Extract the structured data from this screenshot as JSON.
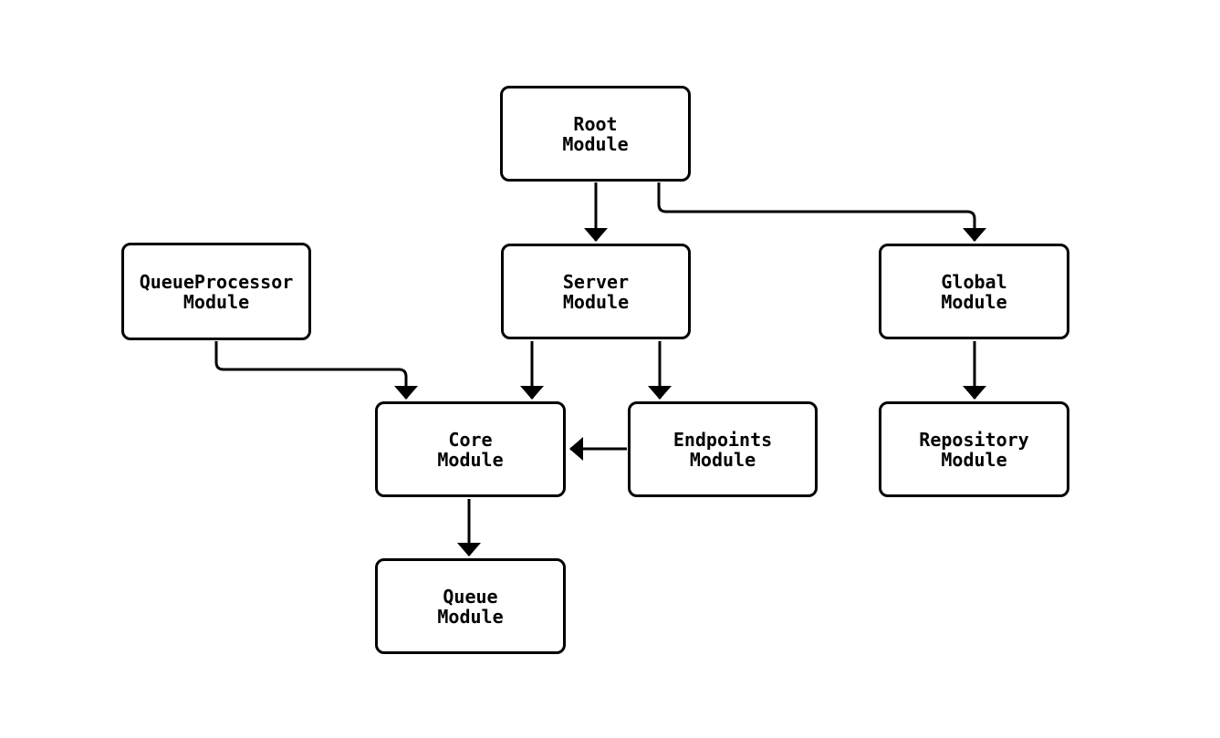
{
  "diagram": {
    "background_color": "#ffffff",
    "stroke_color": "#000000",
    "node_fill_color": "#ffffff",
    "text_color": "#000000",
    "nodes": [
      {
        "id": "root",
        "label": "Root\nModule"
      },
      {
        "id": "queueprocessor",
        "label": "QueueProcessor\nModule"
      },
      {
        "id": "server",
        "label": "Server\nModule"
      },
      {
        "id": "global",
        "label": "Global\nModule"
      },
      {
        "id": "core",
        "label": "Core\nModule"
      },
      {
        "id": "endpoints",
        "label": "Endpoints\nModule"
      },
      {
        "id": "repository",
        "label": "Repository\nModule"
      },
      {
        "id": "queue",
        "label": "Queue\nModule"
      }
    ],
    "edges": [
      {
        "from": "root",
        "to": "server"
      },
      {
        "from": "root",
        "to": "global"
      },
      {
        "from": "queueprocessor",
        "to": "core"
      },
      {
        "from": "server",
        "to": "core"
      },
      {
        "from": "server",
        "to": "endpoints"
      },
      {
        "from": "endpoints",
        "to": "core"
      },
      {
        "from": "global",
        "to": "repository"
      },
      {
        "from": "core",
        "to": "queue"
      }
    ]
  }
}
